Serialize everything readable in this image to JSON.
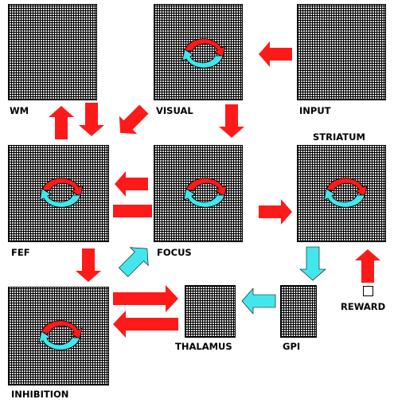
{
  "colors": {
    "excitatory": "#ff1a1a",
    "inhibitory": "#44e6ee",
    "outline": "#000000"
  },
  "modules": {
    "wm": "WM",
    "visual": "VISUAL",
    "input": "INPUT",
    "striatum": "STRIATUM",
    "fef": "FEF",
    "focus": "FOCUS",
    "gpi": "GPI",
    "reward": "REWARD",
    "thalamus": "THALAMUS",
    "inhibition": "INHIBITION"
  }
}
